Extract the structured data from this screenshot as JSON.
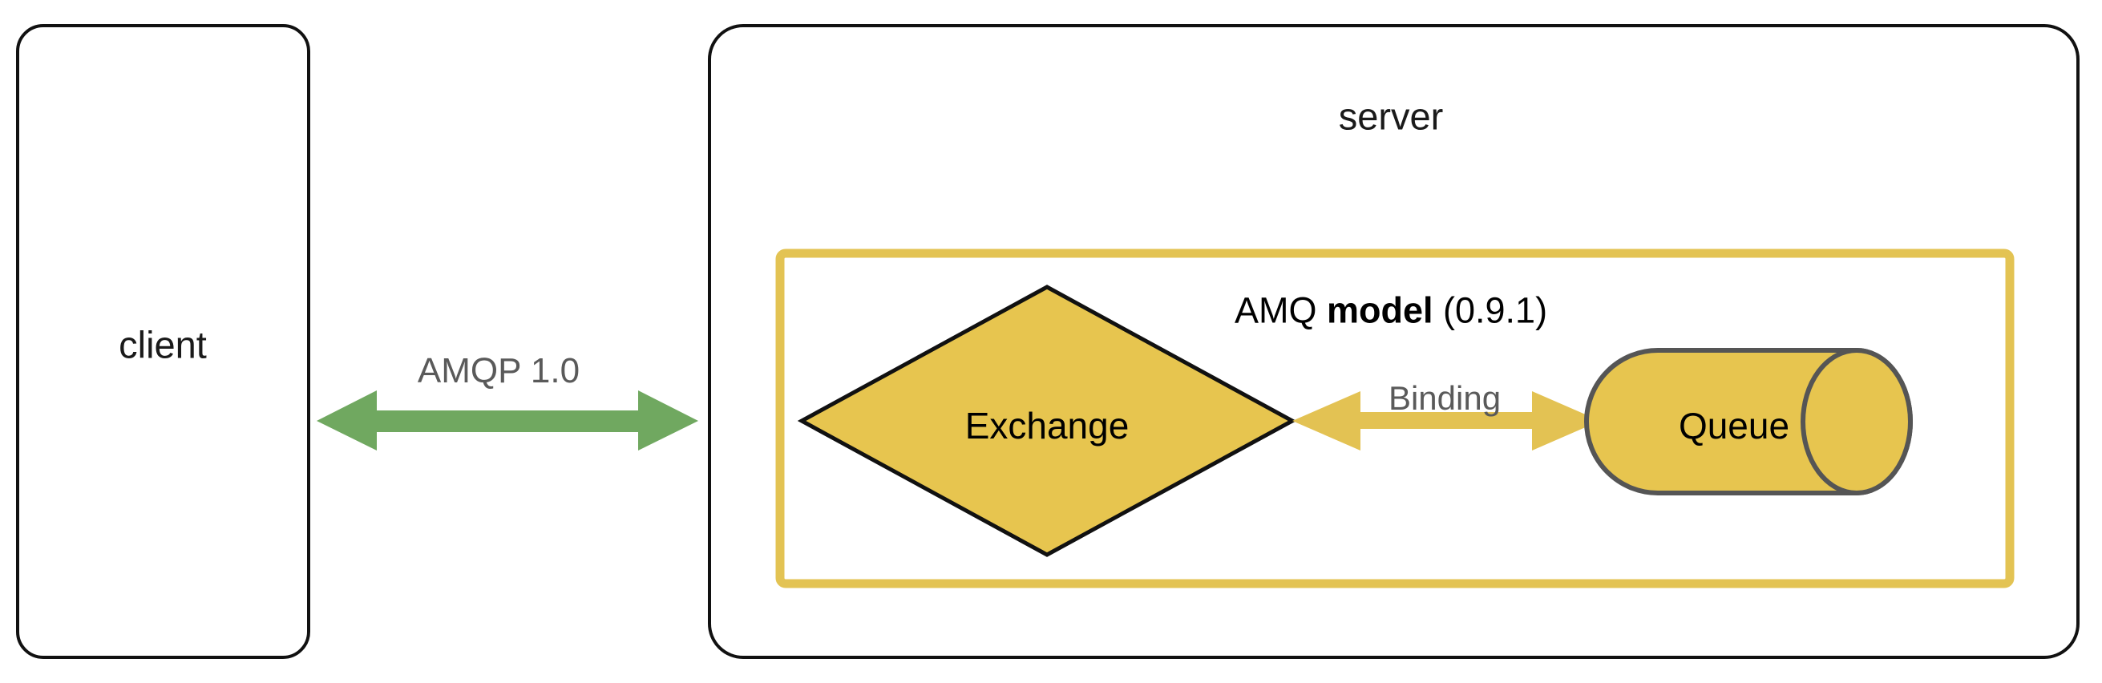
{
  "diagram": {
    "title_hidden": "AMQP client-server model",
    "colors": {
      "outline": "#111111",
      "amq_model_border": "#E3C353",
      "shape_fill": "#E7C54F",
      "shape_stroke": "#555555",
      "green_arrow": "#70A860",
      "yellow_arrow": "#E3C253",
      "muted_text": "#5A5A5A",
      "background": "#FFFFFF"
    },
    "client_box": {
      "label": "client",
      "shape": "rounded-rectangle"
    },
    "server_box": {
      "label": "server",
      "shape": "rounded-rectangle"
    },
    "protocol_link": {
      "label": "AMQP 1.0",
      "arrow": "bidirectional",
      "color": "#70A860"
    },
    "amq_model": {
      "label_prefix": "AMQ ",
      "label_bold": "model",
      "label_suffix": " (0.9.1)",
      "version": "0.9.1",
      "border_color": "#E3C353"
    },
    "exchange": {
      "label": "Exchange",
      "shape": "diamond"
    },
    "queue": {
      "label": "Queue",
      "shape": "cylinder"
    },
    "binding": {
      "label": "Binding",
      "arrow": "bidirectional",
      "color": "#E3C253"
    }
  }
}
